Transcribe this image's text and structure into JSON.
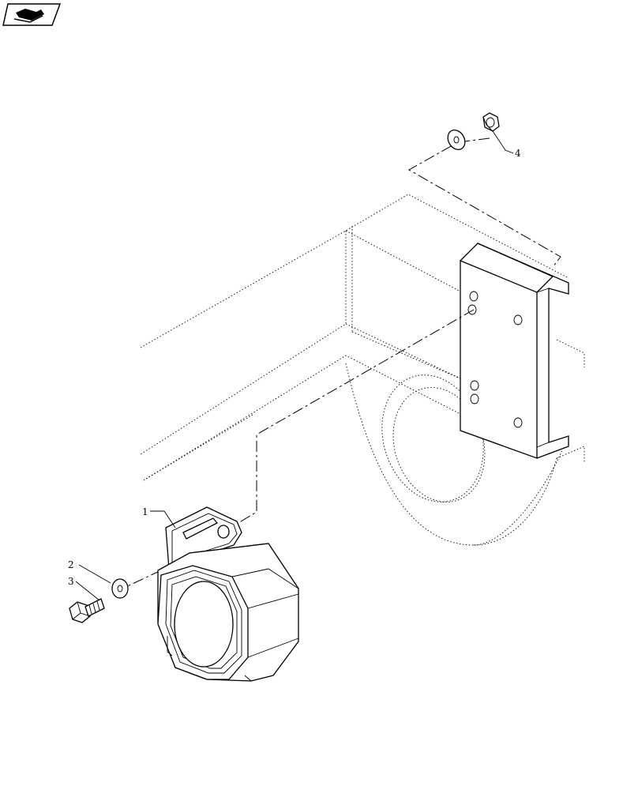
{
  "callouts": {
    "part1": "1",
    "part2": "2",
    "part3": "3",
    "part4": "4"
  },
  "icons": {
    "corner_badge": "exploded-view-book-icon"
  },
  "colors": {
    "line": "#000000",
    "background": "#ffffff"
  }
}
